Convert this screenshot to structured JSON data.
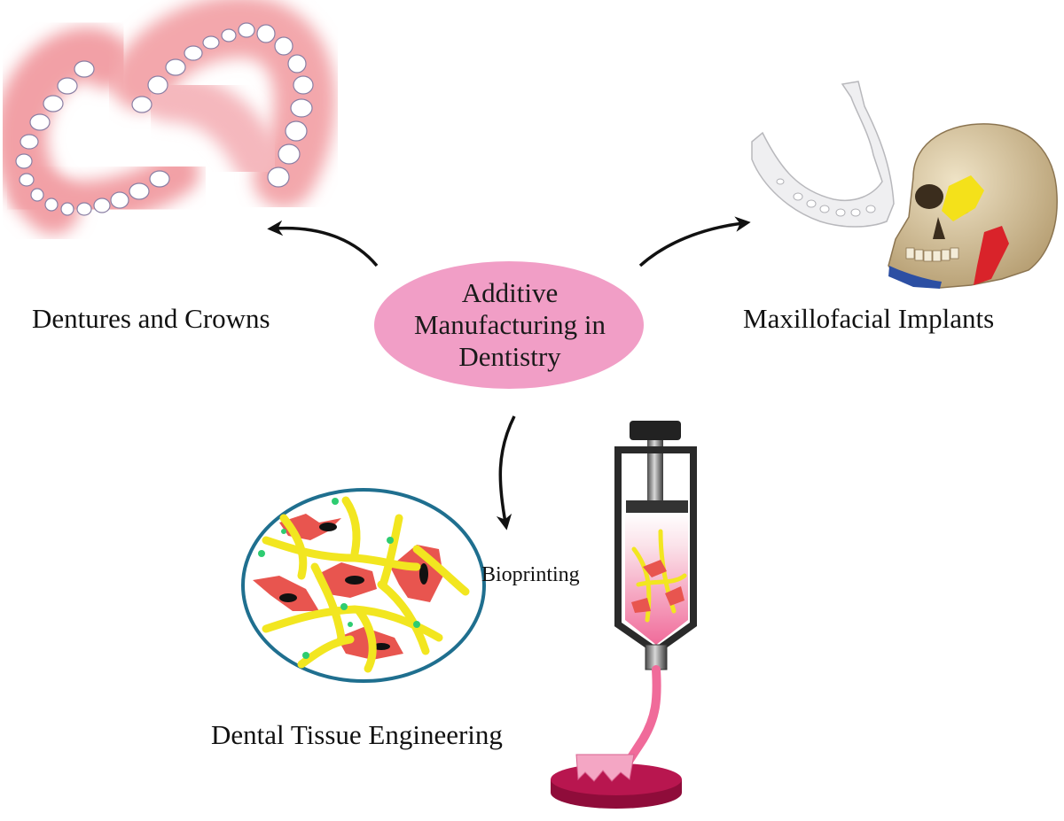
{
  "center": {
    "lines": [
      "Additive",
      "Manufacturing in",
      "Dentistry"
    ]
  },
  "branches": {
    "dentures": "Dentures and Crowns",
    "maxillofacial": "Maxillofacial Implants",
    "tissue": "Dental Tissue Engineering",
    "bioprinting": "Bioprinting"
  },
  "colors": {
    "center_fill": "#f19ec6",
    "gum_pink": "#f2a0a6",
    "cell_red": "#e8554f",
    "fiber_yellow": "#f2e620",
    "circle_border": "#1f6f8f",
    "plate": "#8f0c3a",
    "skull_bone": "#d8c9a3",
    "skull_yellow": "#f4e11a",
    "skull_red": "#d9232a",
    "skull_blue": "#2c4fa3"
  }
}
